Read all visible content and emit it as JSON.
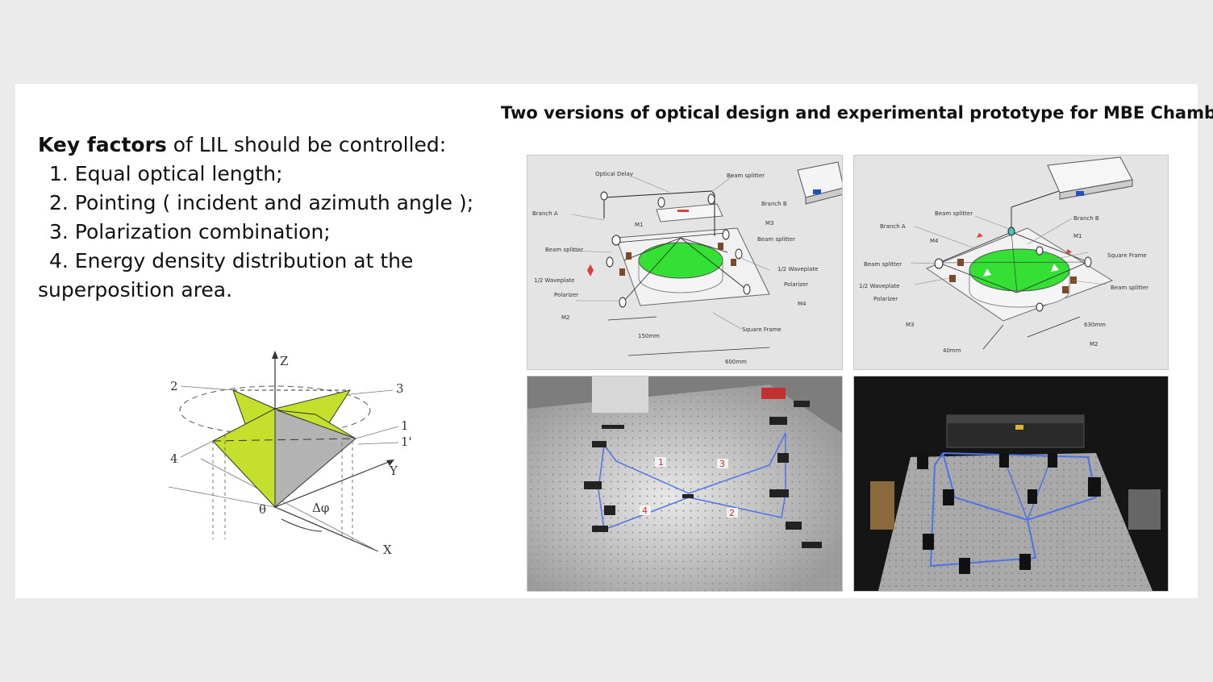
{
  "left": {
    "heading_bold": "Key factors",
    "heading_rest": " of LIL should be controlled:",
    "items": [
      "1. Equal optical length;",
      "2. Pointing ( incident and azimuth angle );",
      "3. Polarization combination;",
      "4. Energy density distribution at the"
    ],
    "continuation": "superposition area."
  },
  "title": "Two versions of optical design and experimental prototype for MBE Chamber",
  "diagram": {
    "labels": {
      "z": "Z",
      "y": "Y",
      "x": "X",
      "theta": "θ",
      "dphi": "Δφ",
      "n2": "2",
      "n3": "3",
      "n4": "4",
      "n1": "1",
      "n1p": "1'"
    },
    "colors": {
      "beam": "#c4e02c",
      "gray": "#b3b3b3"
    }
  },
  "design1": {
    "labels": {
      "optical_delay": "Optical Delay",
      "beam_splitter_top": "Beam splitter",
      "branch_b": "Branch B",
      "branch_a": "Branch A",
      "m1": "M1",
      "m3": "M3",
      "beam_splitter_right": "Beam splitter",
      "beam_splitter_left": "Beam splitter",
      "waveplate_right": "1/2 Waveplate",
      "waveplate_left": "1/2 Waveplate",
      "polarizer_right": "Polarizer",
      "polarizer_left": "Polarizer",
      "m4": "M4",
      "m2": "M2",
      "square_frame": "Square Frame",
      "dim1": "150mm",
      "dim2": "600mm"
    }
  },
  "design2": {
    "labels": {
      "beam_splitter_top": "Beam splitter",
      "branch_b": "Branch B",
      "branch_a": "Branch A",
      "m4": "M4",
      "m1": "M1",
      "square_frame": "Square Frame",
      "beam_splitter_left": "Beam splitter",
      "beam_splitter_right": "Beam splitter",
      "waveplate": "1/2 Waveplate",
      "polarizer": "Polarizer",
      "m3": "M3",
      "dim1": "630mm",
      "m2": "M2",
      "dim2": "40mm"
    }
  },
  "photo1": {
    "markers": [
      "1",
      "3",
      "4",
      "2"
    ]
  },
  "accent_green": "#33e033",
  "beam_blue": "#4c74e6"
}
